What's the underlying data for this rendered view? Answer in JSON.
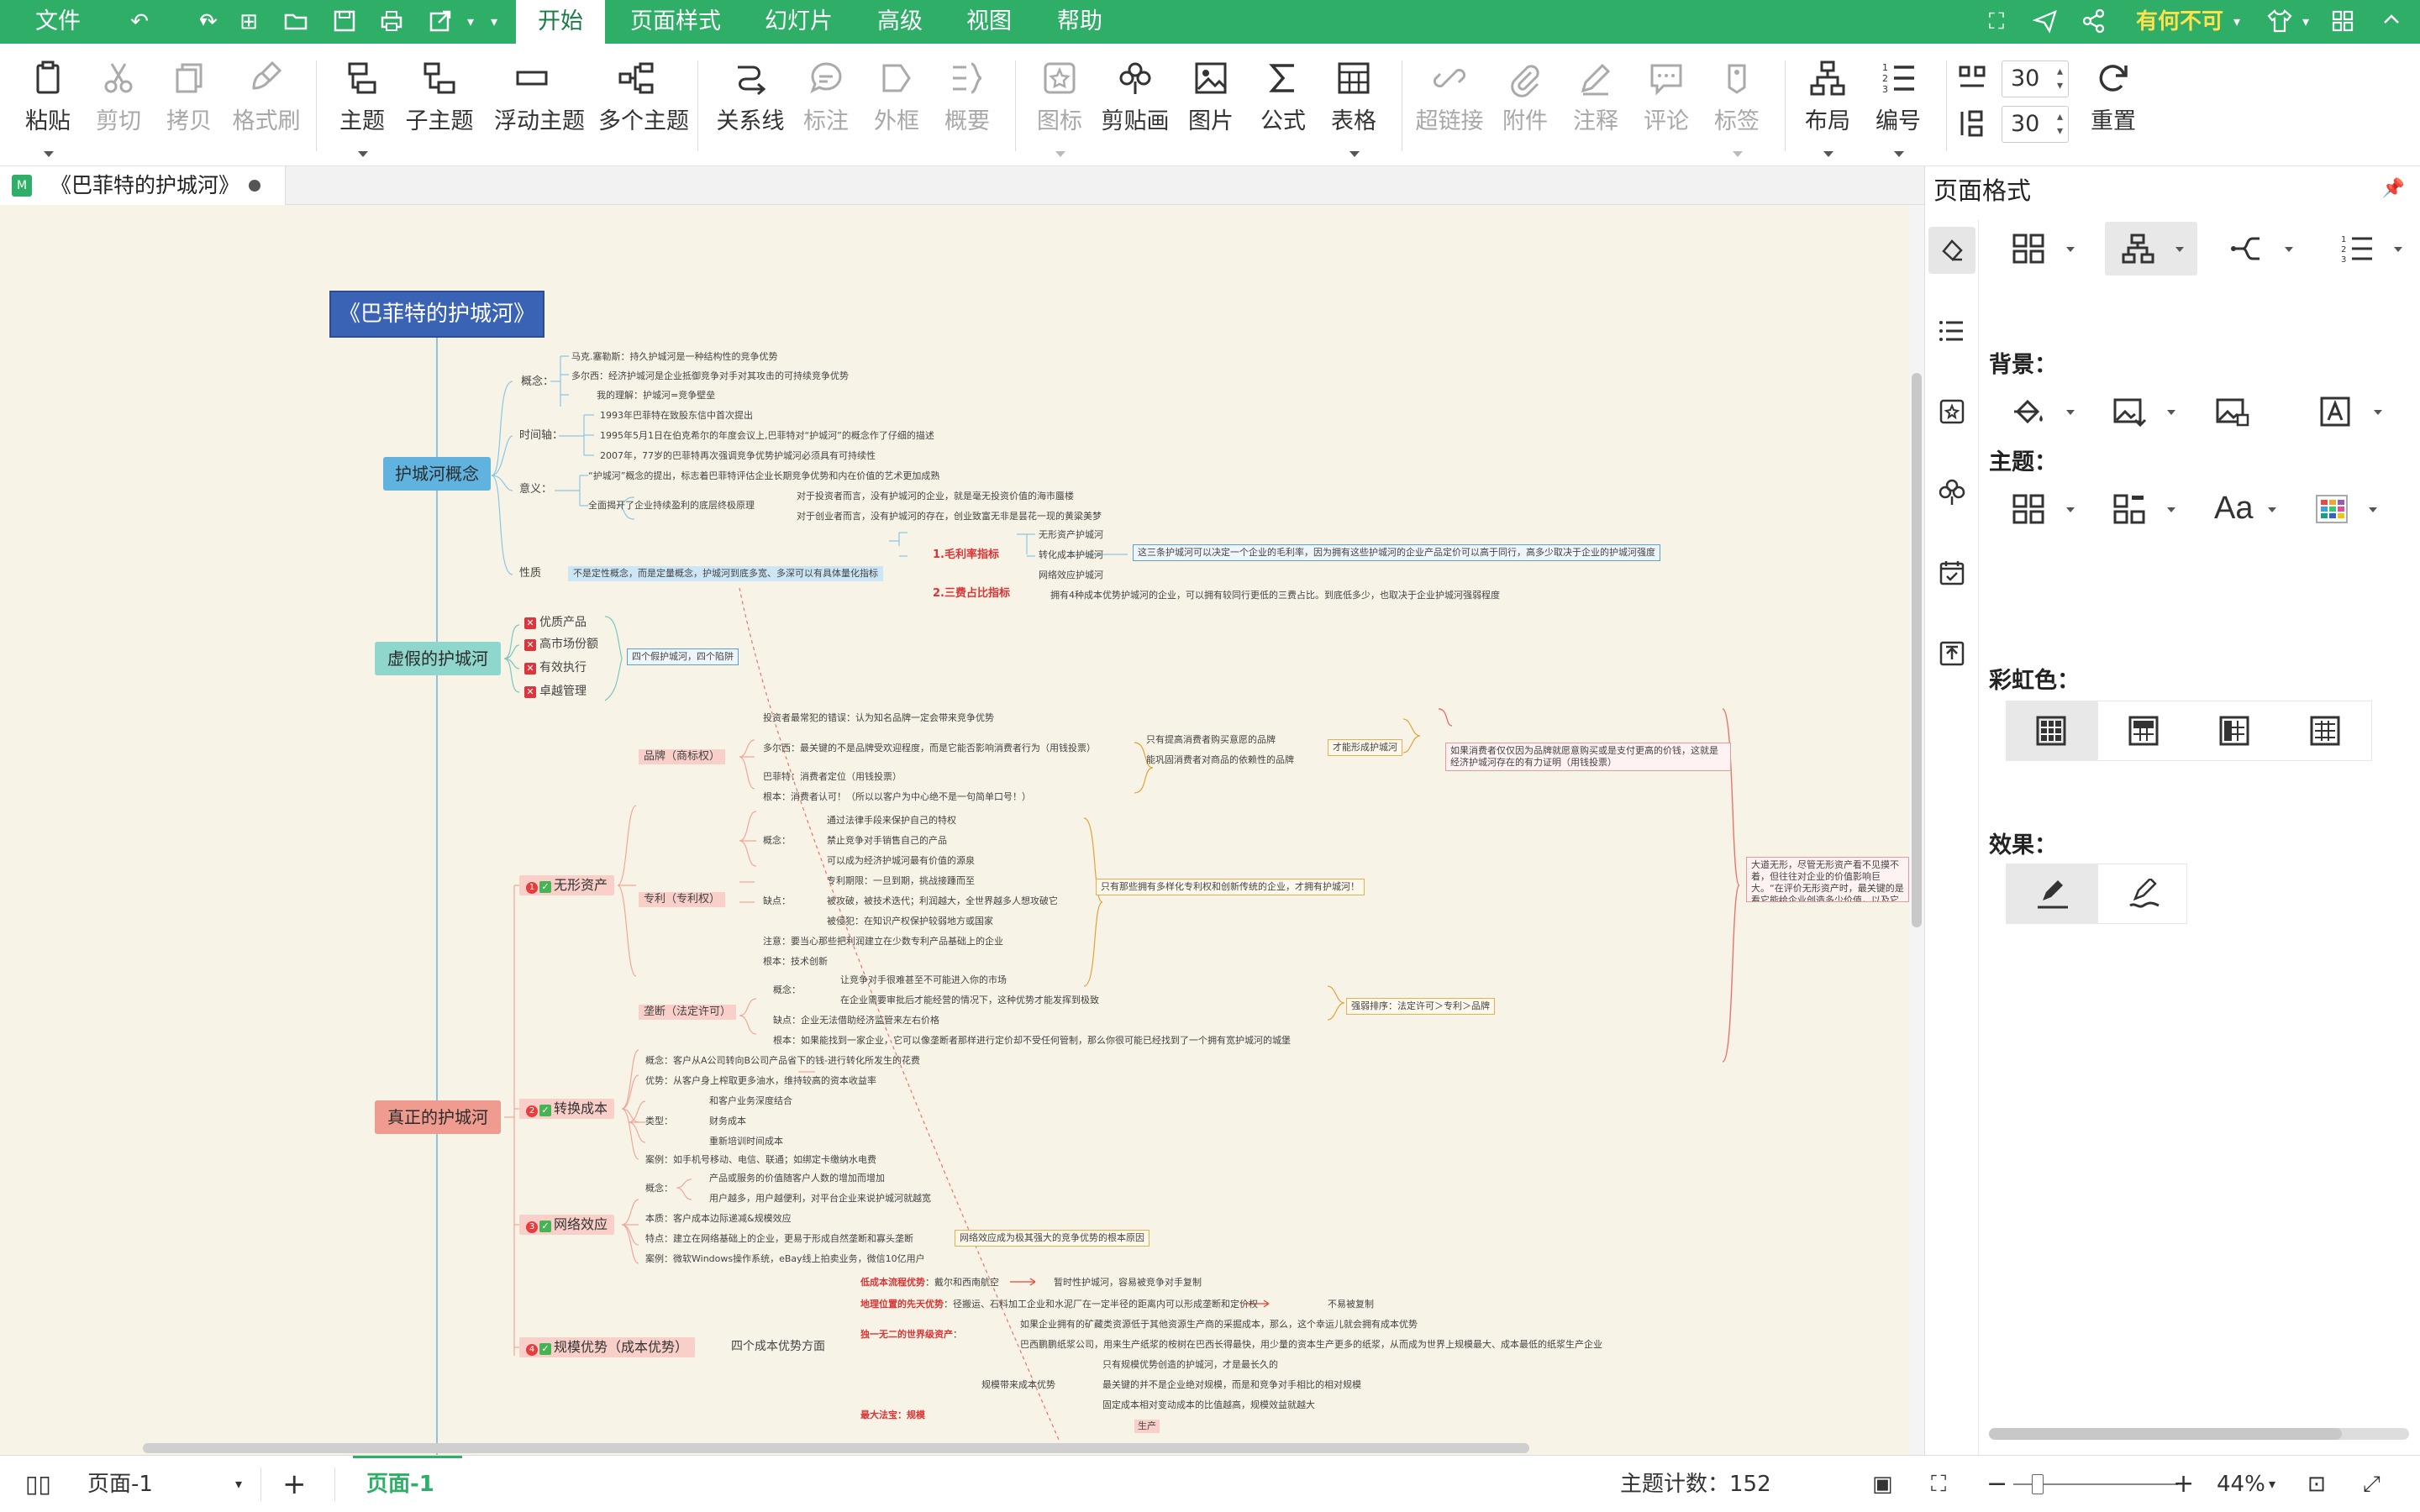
{
  "menubar": {
    "file": "文件",
    "tabs": [
      "开始",
      "页面样式",
      "幻灯片",
      "高级",
      "视图",
      "帮助"
    ],
    "user": "有何不可"
  },
  "ribbon": {
    "paste": "粘贴",
    "cut": "剪切",
    "copy": "拷贝",
    "format_painter": "格式刷",
    "topic": "主题",
    "subtopic": "子主题",
    "floating_topic": "浮动主题",
    "multi_topic": "多个主题",
    "relationship": "关系线",
    "callout": "标注",
    "boundary": "外框",
    "summary": "概要",
    "icon": "图标",
    "clipart": "剪贴画",
    "image": "图片",
    "formula": "公式",
    "table": "表格",
    "hyperlink": "超链接",
    "attachment": "附件",
    "note": "注释",
    "comment": "评论",
    "tag": "标签",
    "layout": "布局",
    "numbering": "编号",
    "spacing_h": "30",
    "spacing_v": "30",
    "reset": "重置"
  },
  "document": {
    "tab_title": "《巴菲特的护城河》"
  },
  "panel": {
    "title": "页面格式",
    "background_label": "背景：",
    "theme_label": "主题：",
    "rainbow_label": "彩虹色：",
    "effect_label": "效果："
  },
  "status": {
    "page_select": "页面-1",
    "page_tab": "页面-1",
    "topic_count_label": "主题计数：",
    "topic_count": "152",
    "zoom": "44%"
  },
  "mindmap": {
    "root": "《巴菲特的护城河》",
    "b1": {
      "title": "护城河概念",
      "concept": "概念：",
      "concept_items": [
        "马克.塞勒斯：持久护城河是一种结构性的竞争优势",
        "多尔西：经济护城河是企业抵御竞争对手对其攻击的可持续竞争优势",
        "我的理解：护城河=竞争壁垒"
      ],
      "timeline": "时间轴：",
      "timeline_items": [
        "1993年巴菲特在致股东信中首次提出",
        "1995年5月1日在伯克希尔的年度会议上,巴菲特对“护城河”的概念作了仔细的描述",
        "2007年，77岁的巴菲特再次强调竞争优势护城河必须具有可持续性"
      ],
      "meaning": "意义：",
      "meaning_items": [
        "“护城河”概念的提出，标志着巴菲特评估企业长期竞争优势和内在价值的艺术更加成熟",
        "全面揭开了企业持续盈利的底层终极原理",
        "对于投资者而言，没有护城河的企业，就是毫无投资价值的海市蜃楼",
        "对于创业者而言，没有护城河的存在，创业致富无非是昙花一现的黄粱美梦"
      ],
      "nature": "性质",
      "nature_tag": "不是定性概念，而是定量概念，护城河到底多宽、多深可以有具体量化指标",
      "metric1": "1.毛利率指标",
      "metric1_items": [
        "无形资产护城河",
        "转化成本护城河",
        "网络效应护城河"
      ],
      "metric1_box": "这三条护城河可以决定一个企业的毛利率，因为拥有这些护城河的企业产品定价可以高于同行，高多少取决于企业的护城河强度",
      "metric2": "2.三费占比指标",
      "metric2_text": "拥有4种成本优势护城河的企业，可以拥有较同行更低的三费占比。到底低多少，也取决于企业护城河强弱程度"
    },
    "b2": {
      "title": "虚假的护城河",
      "items": [
        "优质产品",
        "高市场份额",
        "有效执行",
        "卓越管理"
      ],
      "box": "四个假护城河，四个陷阱"
    },
    "b3": {
      "title": "真正的护城河",
      "intangible": "无形资产",
      "brand": "品牌（商标权）",
      "brand_items": [
        "投资者最常犯的错误：认为知名品牌一定会带来竞争优势",
        "多尔西：最关键的不是品牌受欢迎程度，而是它能否影响消费者行为（用钱投票）",
        "巴菲特：消费者定位（用钱投票）",
        "根本：消费者认可！（所以以客户为中心绝不是一句简单口号！）"
      ],
      "brand_sub": [
        "只有提高消费者购买意愿的品牌",
        "能巩固消费者对商品的依赖性的品牌"
      ],
      "brand_box1": "才能形成护城河",
      "brand_box2": "如果消费者仅仅因为品牌就愿意购买或是支付更高的价钱，这就是经济护城河存在的有力证明（用钱投票）",
      "far_box": "大道无形，尽管无形资产看不见摸不着，但往往对企业的价值影响巨大。“在评价无形资产时，最关键的是看它能给企业创造多少价值，以及它们能持续多久。”",
      "patent": "专利（专利权）",
      "patent_concept": "概念：",
      "patent_concept_items": [
        "通过法律手段来保护自己的特权",
        "禁止竞争对手销售自己的产品",
        "可以成为经济护城河最有价值的源泉"
      ],
      "patent_flaw": "缺点：",
      "patent_flaw_items": [
        "专利期限：一旦到期，挑战接踵而至",
        "被攻破，被技术迭代；利润越大，全世界越多人想攻破它",
        "被侵犯：在知识产权保护较弱地方或国家"
      ],
      "patent_note": "注意：要当心那些把利润建立在少数专利产品基础上的企业",
      "patent_root": "根本：技术创新",
      "patent_box": "只有那些拥有多样化专利权和创新传统的企业，才拥有护城河！",
      "license": "垄断（法定许可）",
      "license_concept": "概念：",
      "license_concept_items": [
        "让竞争对手很难甚至不可能进入你的市场",
        "在企业需要审批后才能经营的情况下，这种优势才能发挥到极致"
      ],
      "license_flaw": "缺点：企业无法借助经济监管来左右价格",
      "license_root": "根本：如果能找到一家企业，它可以像垄断者那样进行定价却不受任何管制，那么你很可能已经找到了一个拥有宽护城河的城堡",
      "license_box": "强弱排序：法定许可＞专利＞品牌",
      "switching": "转换成本",
      "switching_items": [
        "概念：客户从A公司转向B公司产品省下的钱-进行转化所发生的花费",
        "优势：从客户身上榨取更多油水，维持较高的资本收益率",
        "类型：",
        "案例：如手机号移动、电信、联通；如绑定卡缴纳水电费"
      ],
      "switching_types": [
        "和客户业务深度结合",
        "财务成本",
        "重新培训时间成本"
      ],
      "network": "网络效应",
      "network_concept": "概念：",
      "network_concept_items": [
        "产品或服务的价值随客户人数的增加而增加",
        "用户越多，用户越便利，对平台企业来说护城河就越宽"
      ],
      "network_items": [
        "本质：客户成本边际递减&规模效应",
        "特点：建立在网络基础上的企业，更易于形成自然垄断和寡头垄断",
        "案例：微软Windows操作系统，eBay线上拍卖业务，微信10亿用户"
      ],
      "network_box": "网络效应成为极其强大的竞争优势的根本原因",
      "scale": "规模优势（成本优势）",
      "scale_sub": "四个成本优势方面",
      "scale_items": [
        {
          "k": "低成本流程优势",
          "v": "：戴尔和西南航空"
        },
        {
          "k": "地理位置的先天优势",
          "v": "：径搬运、石料加工企业和水泥厂在一定半径的距离内可以形成垄断和定价权"
        },
        {
          "k": "独一无二的世界级资产",
          "v": "："
        }
      ],
      "scale_notes": [
        "暂时性护城河，容易被竞争对手复制",
        "不易被复制"
      ],
      "scale_assets": [
        "如果企业拥有的矿藏类资源低于其他资源生产商的采掘成本，那么，这个幸运儿就会拥有成本优势",
        "巴西鹏鹏纸浆公司，用来生产纸浆的桉树在巴西长得最快，用少量的资本生产更多的纸浆，从而成为世界上规模最大、成本最低的纸浆生产企业"
      ],
      "scale_best": "最大法宝：规模",
      "scale_best_sub": "规模带来成本优势",
      "scale_best_items": [
        "只有规模优势创造的护城河，才是最长久的",
        "最关键的并不是企业绝对规模，而是和竞争对手相比的相对规模",
        "固定成本相对变动成本的比值越高，规模效益就越大"
      ],
      "scale_produce": "生产"
    }
  }
}
